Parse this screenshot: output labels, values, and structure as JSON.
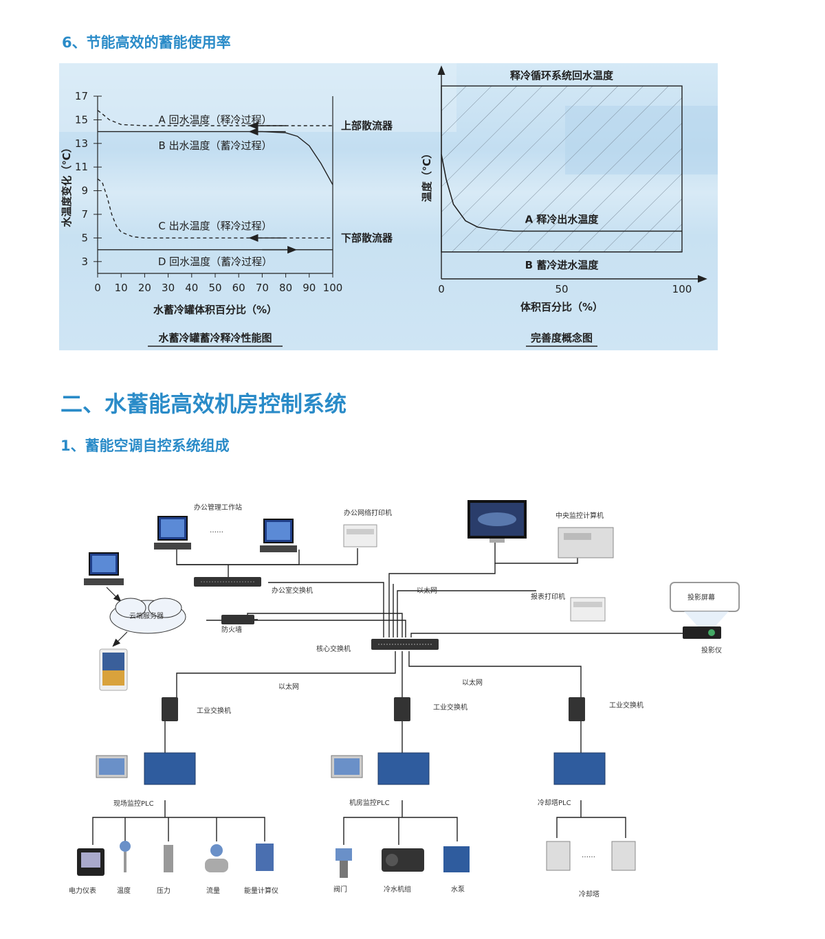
{
  "sections": {
    "s6_title": "6、节能高效的蓄能使用率",
    "s2_title": "二、水蓄能高效机房控制系统",
    "s21_title": "1、蓄能空调自控系统组成"
  },
  "chart_data": [
    {
      "type": "line",
      "title": "水蓄冷罐蓄冷释冷性能图",
      "xlabel": "水蓄冷罐体积百分比（%）",
      "ylabel": "水温度变化（℃）",
      "xlim": [
        0,
        100
      ],
      "ylim": [
        2,
        17
      ],
      "x_ticks": [
        "0",
        "10",
        "20",
        "30",
        "40",
        "50",
        "60",
        "70",
        "80",
        "90",
        "100"
      ],
      "y_ticks": [
        "3",
        "5",
        "7",
        "9",
        "11",
        "13",
        "15",
        "17"
      ],
      "grid": false,
      "series": [
        {
          "name": "A 回水温度（释冷过程）",
          "style": "dashed",
          "arrow": "left",
          "x": [
            0,
            2,
            5,
            10,
            20,
            40,
            60,
            80,
            100
          ],
          "y": [
            15.8,
            15.5,
            15.0,
            14.6,
            14.5,
            14.5,
            14.5,
            14.5,
            14.5
          ]
        },
        {
          "name": "B 出水温度（蓄冷过程）",
          "style": "solid",
          "arrow": "left",
          "x": [
            0,
            20,
            40,
            60,
            70,
            80,
            85,
            90,
            95,
            100
          ],
          "y": [
            14.0,
            14.0,
            14.0,
            14.0,
            14.0,
            13.9,
            13.6,
            12.8,
            11.3,
            9.5
          ]
        },
        {
          "name": "C 出水温度（释冷过程）",
          "style": "dashed",
          "arrow": "left",
          "x": [
            0,
            2,
            4,
            6,
            8,
            10,
            15,
            20,
            40,
            60,
            80,
            100
          ],
          "y": [
            10.0,
            9.7,
            8.5,
            7.0,
            6.0,
            5.5,
            5.1,
            5.0,
            5.0,
            5.0,
            5.0,
            5.0
          ]
        },
        {
          "name": "D 回水温度（蓄冷过程）",
          "style": "solid",
          "arrow": "right",
          "x": [
            0,
            20,
            40,
            60,
            80,
            100
          ],
          "y": [
            4.0,
            4.0,
            4.0,
            4.0,
            4.0,
            4.0
          ]
        }
      ],
      "annotations": [
        "上部散流器",
        "下部散流器"
      ]
    },
    {
      "type": "area",
      "title": "完善度概念图",
      "xlabel": "体积百分比（%）",
      "ylabel": "温度（℃）",
      "xlim": [
        0,
        100
      ],
      "x_ticks": [
        "0",
        "50",
        "100"
      ],
      "grid": false,
      "labels": {
        "top": "释冷循环系统回水温度",
        "mid": "A 释冷出水温度",
        "bottom": "B 蓄冷进水温度"
      },
      "series": [
        {
          "name": "A 释冷出水温度",
          "x": [
            0,
            2,
            5,
            10,
            15,
            20,
            30,
            40,
            60,
            80,
            100
          ],
          "y": [
            0.6,
            0.48,
            0.36,
            0.28,
            0.25,
            0.24,
            0.23,
            0.23,
            0.23,
            0.23,
            0.23
          ]
        },
        {
          "name": "B 蓄冷进水温度",
          "x": [
            0,
            100
          ],
          "y": [
            0.13,
            0.13
          ]
        }
      ],
      "top_level": 0.93
    }
  ],
  "network": {
    "labels": {
      "office_workstation": "办公管理工作站",
      "ellipsis_top": "……",
      "office_printer": "办公网络打印机",
      "central_monitor": "中央监控计算机",
      "office_switch": "办公室交换机",
      "ethernet_top": "以太网",
      "report_printer": "报表打印机",
      "cloud_server": "云端服务器",
      "firewall": "防火墙",
      "projection_screen": "投影屏幕",
      "projector": "投影仪",
      "core_switch": "核心交换机",
      "ethernet_left": "以太网",
      "ethernet_right": "以太网",
      "ind_switch_1": "工业交换机",
      "ind_switch_2": "工业交换机",
      "ind_switch_3": "工业交换机",
      "plc_1": "现场监控PLC",
      "plc_2": "机房监控PLC",
      "plc_3": "冷却塔PLC",
      "dev_power": "电力仪表",
      "dev_temp": "温度",
      "dev_pressure": "压力",
      "dev_flow": "流量",
      "dev_energy": "能量计算仪",
      "dev_valve": "阀门",
      "dev_chiller": "冷水机组",
      "dev_pump": "水泵",
      "dev_tower": "冷却塔",
      "ellipsis_tower": "……"
    }
  }
}
